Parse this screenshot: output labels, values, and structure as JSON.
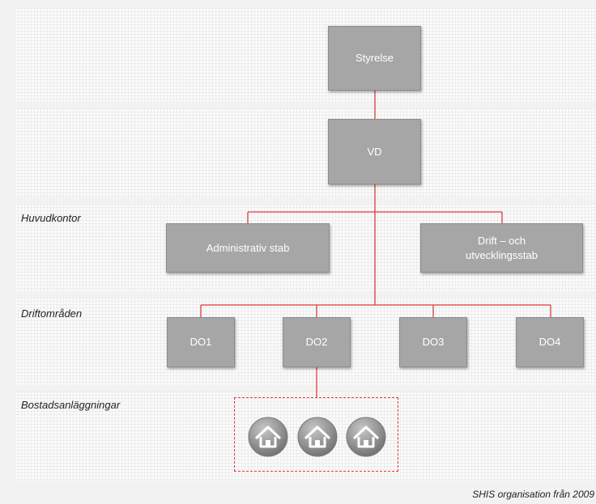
{
  "nodes": {
    "styrelse": "Styrelse",
    "vd": "VD",
    "administrativ_stab": "Administrativ stab",
    "drift_line1": "Drift – och",
    "drift_line2": "utvecklingsstab",
    "do1": "DO1",
    "do2": "DO2",
    "do3": "DO3",
    "do4": "DO4"
  },
  "section_labels": {
    "huvudkontor": "Huvudkontor",
    "driftomraden": "Driftområden",
    "bostadsanlaggningar": "Bostadsanläggningar"
  },
  "bostadsanlaggningar": {
    "icon": "house-icon",
    "count": 3
  },
  "caption": "SHIS organisation från 2009",
  "colors": {
    "box_fill": "#a6a6a6",
    "connector": "#e23a3a",
    "icon_fill": "#8a8a8a"
  }
}
